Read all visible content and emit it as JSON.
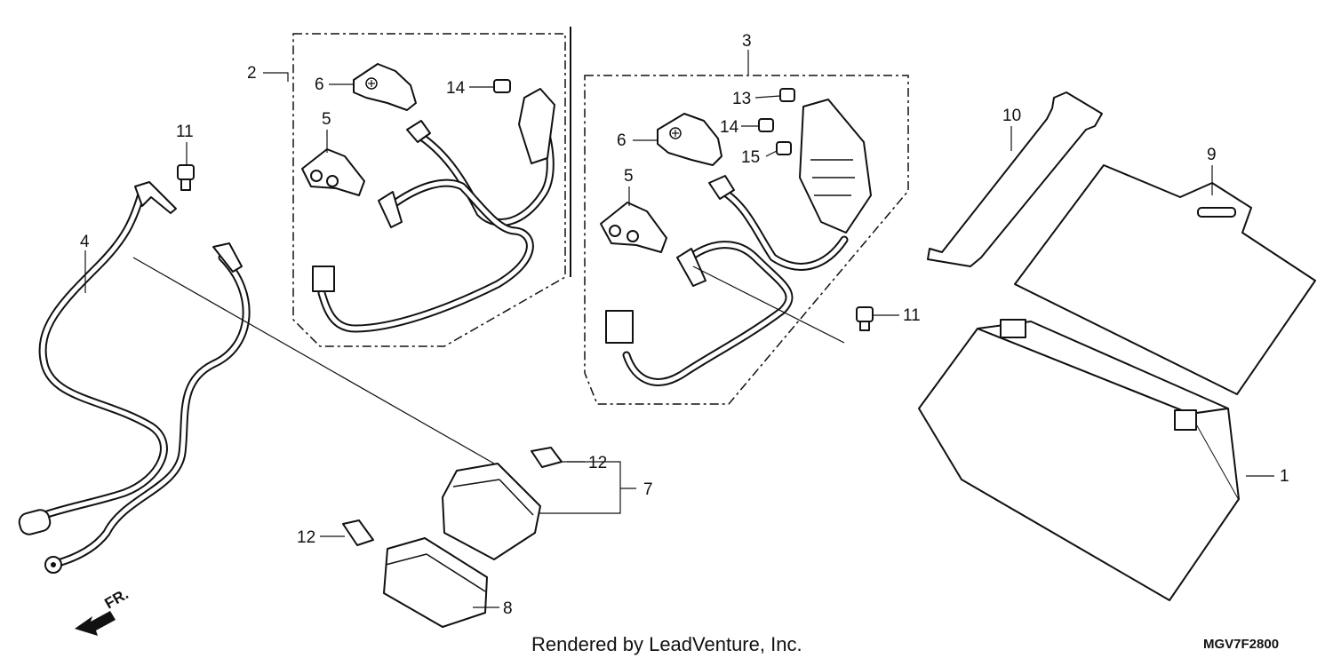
{
  "callouts": {
    "c1": "1",
    "c2": "2",
    "c3": "3",
    "c4": "4",
    "c5a": "5",
    "c5b": "5",
    "c6a": "6",
    "c6b": "6",
    "c7": "7",
    "c8": "8",
    "c9": "9",
    "c10": "10",
    "c11a": "11",
    "c11b": "11",
    "c12a": "12",
    "c12b": "12",
    "c13": "13",
    "c14a": "14",
    "c14b": "14",
    "c15": "15"
  },
  "direction_label": "FR.",
  "footer": {
    "rendered_by": "Rendered by LeadVenture, Inc.",
    "diagram_code": "MGV7F2800"
  },
  "colors": {
    "ink": "#111111",
    "paper": "#ffffff"
  }
}
